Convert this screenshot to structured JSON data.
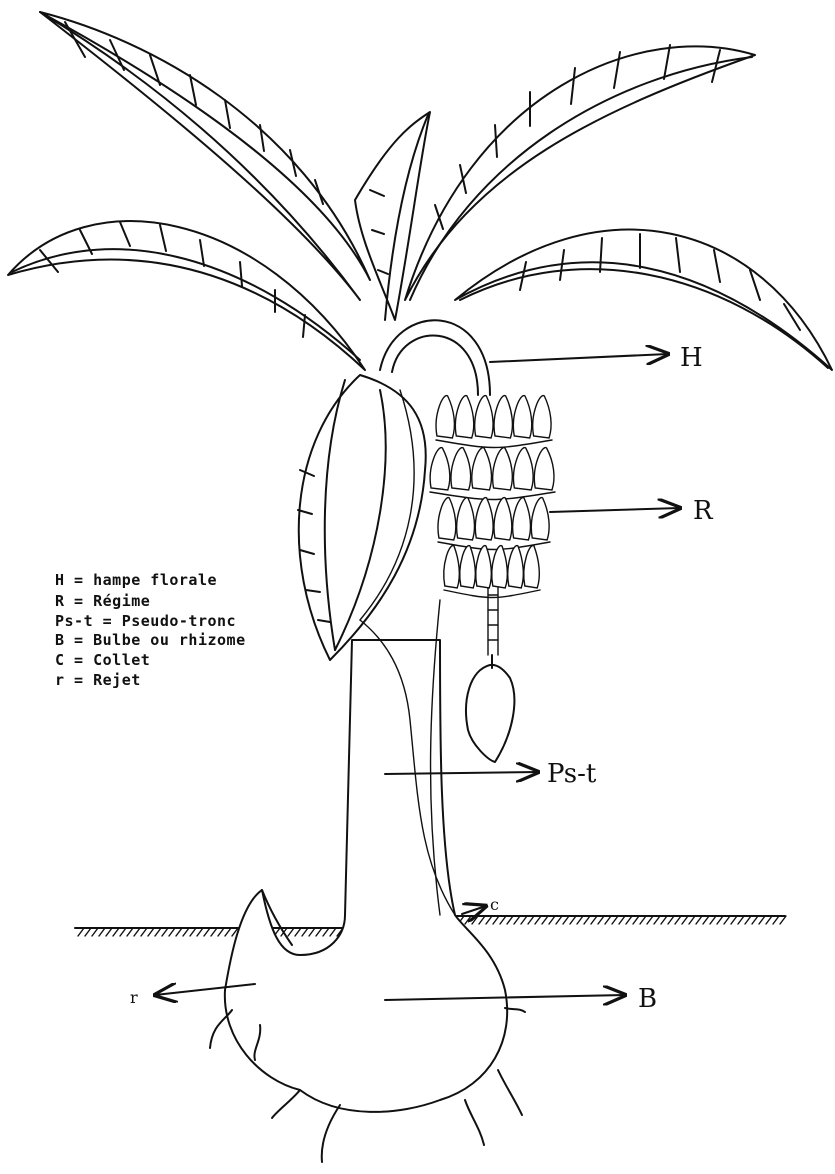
{
  "labels": {
    "H": "H",
    "R": "R",
    "Pst": "Ps-t",
    "C": "c",
    "B": "B",
    "r": "r"
  },
  "legend": [
    "H = hampe florale",
    "R = Régime",
    "Ps-t = Pseudo-tronc",
    "B = Bulbe ou rhizome",
    "C = Collet",
    "r = Rejet"
  ]
}
